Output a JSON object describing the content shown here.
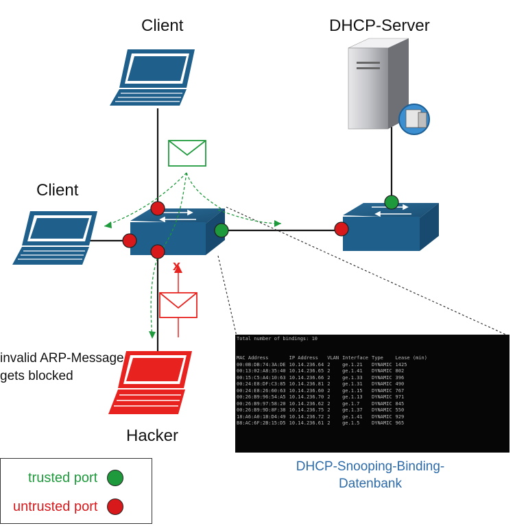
{
  "nodes": {
    "client_top": "Client",
    "client_left": "Client",
    "server": "DHCP-Server",
    "hacker": "Hacker"
  },
  "annotations": {
    "invalid_message": "invalid ARP-Message gets blocked",
    "blocked_mark": "x"
  },
  "database": {
    "caption": "DHCP-Snooping-Binding-Datenbank",
    "terminal_title": "Total number of bindings: 10",
    "columns": [
      "MAC Address",
      "IP Address",
      "VLAN",
      "Interface",
      "Type",
      "Lease (min)"
    ],
    "rows": [
      [
        "00:0B:DB:74:3A:DE",
        "10.14.236.64",
        "2",
        "ge.1.21",
        "DYNAMIC",
        "1425"
      ],
      [
        "00:13:02:A8:35:40",
        "10.14.236.65",
        "2",
        "ge.1.41",
        "DYNAMIC",
        "802"
      ],
      [
        "00:15:C5:A4:10:63",
        "10.14.236.66",
        "2",
        "ge.1.33",
        "DYNAMIC",
        "396"
      ],
      [
        "00:24:E8:DF:C3:85",
        "10.14.236.81",
        "2",
        "ge.1.31",
        "DYNAMIC",
        "490"
      ],
      [
        "00:24:E8:26:60:63",
        "10.14.236.60",
        "2",
        "ge.1.15",
        "DYNAMIC",
        "767"
      ],
      [
        "00:26:B9:96:54:A5",
        "10.14.236.70",
        "2",
        "ge.1.13",
        "DYNAMIC",
        "971"
      ],
      [
        "00:26:B9:97:58:20",
        "10.14.236.62",
        "2",
        "ge.1.7",
        "DYNAMIC",
        "845"
      ],
      [
        "00:26:B9:9D:8F:38",
        "10.14.236.75",
        "2",
        "ge.1.37",
        "DYNAMIC",
        "550"
      ],
      [
        "18:A6:A0:1B:D4:49",
        "10.14.236.72",
        "2",
        "ge.1.41",
        "DYNAMIC",
        "929"
      ],
      [
        "B8:AC:6F:2B:15:D5",
        "10.14.236.61",
        "2",
        "ge.1.5",
        "DYNAMIC",
        "965"
      ]
    ]
  },
  "legend": {
    "trusted_label": "trusted port",
    "untrusted_label": "untrusted port"
  },
  "colors": {
    "trusted": "#1e9a3c",
    "untrusted": "#d7191c",
    "device_blue": "#1f5f8b",
    "hacker_red": "#e8231f",
    "caption_blue": "#2c6aa8"
  }
}
